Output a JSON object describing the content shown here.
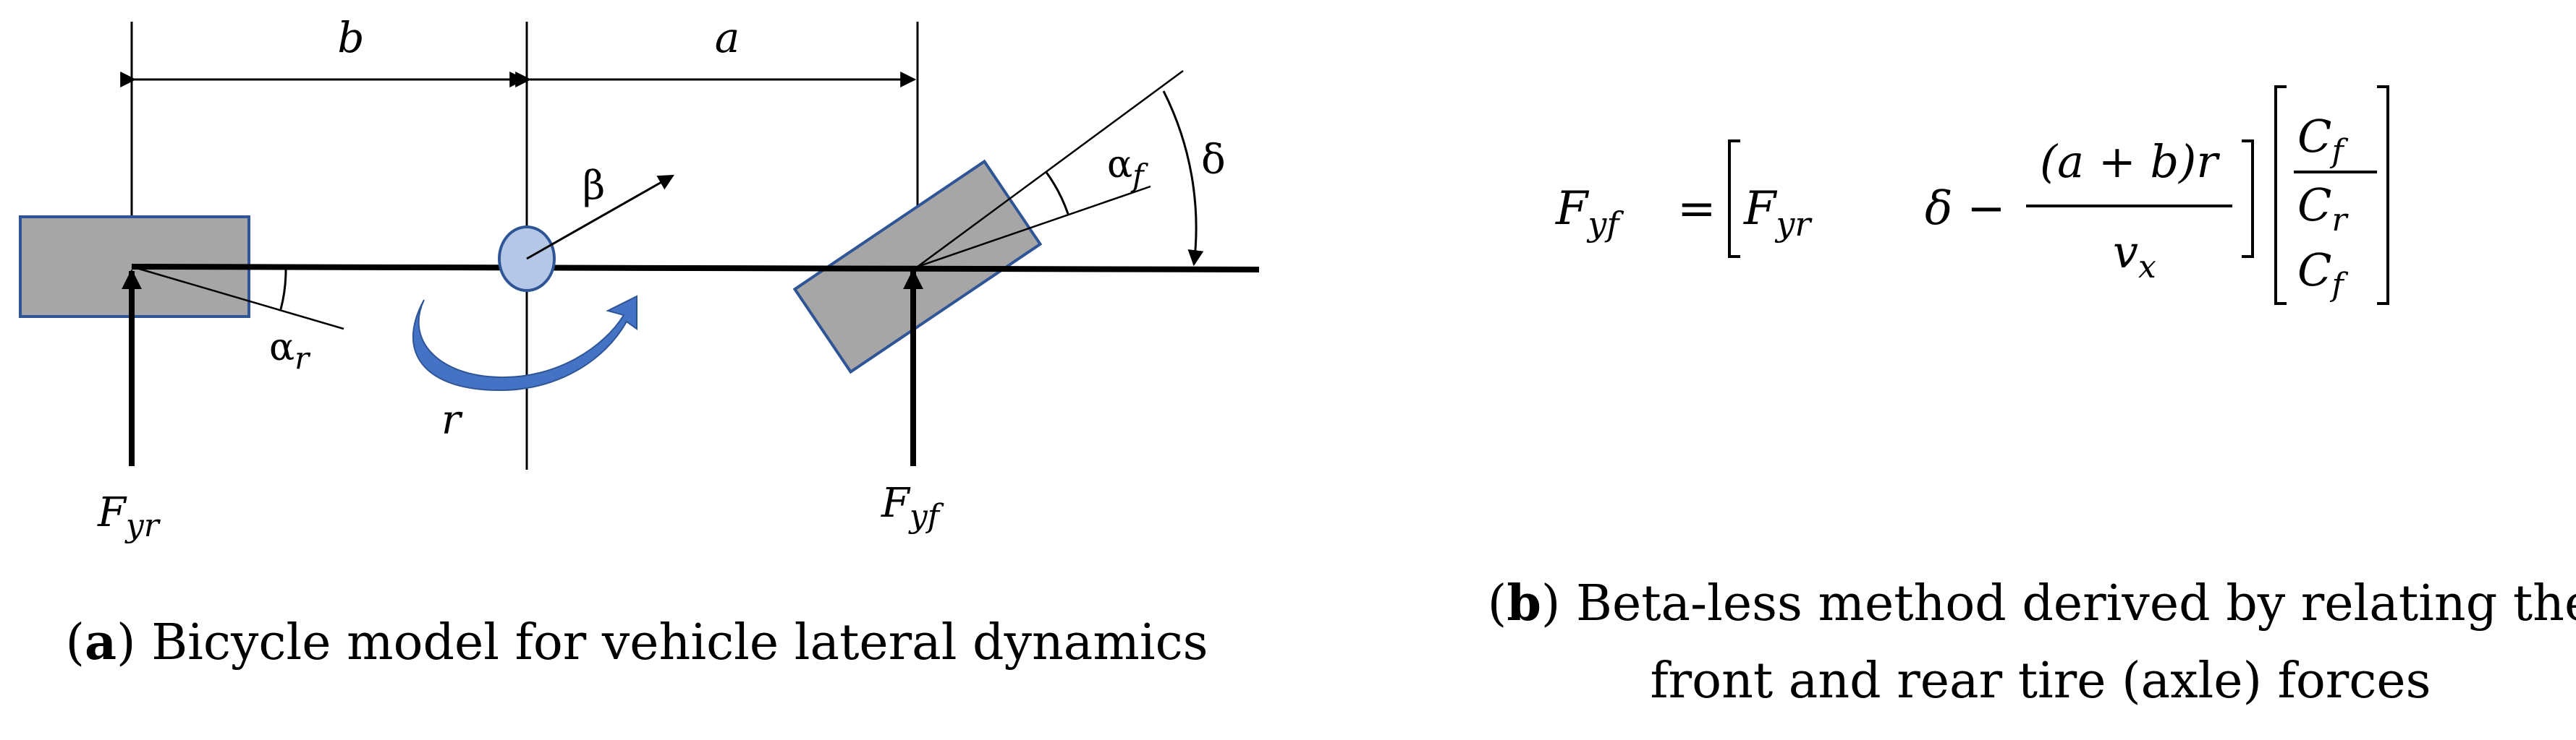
{
  "panel_a": {
    "labels": {
      "b": "b",
      "a": "a",
      "beta": "β",
      "alpha_r_base": "α",
      "alpha_r_sub": "r",
      "alpha_f_base": "α",
      "alpha_f_sub": "f",
      "delta": "δ",
      "r": "r",
      "fyr_base": "F",
      "fyr_sub": "yr",
      "fyf_base": "F",
      "fyf_sub": "yf"
    },
    "caption": {
      "letter": "a",
      "text": "Bicycle model for vehicle lateral dynamics"
    }
  },
  "panel_b": {
    "equation": {
      "lhs_base": "F",
      "lhs_sub": "yf",
      "equals": "=",
      "row_base": "F",
      "row_sub": "yr",
      "row_delta": "δ",
      "minus": "−",
      "numerator": "(a + b)r",
      "denominator_base": "v",
      "denominator_sub": "x",
      "vec_1_base": "C",
      "vec_1_sub": "f",
      "vec_2_base": "C",
      "vec_2_sub": "r",
      "vec_3_base": "C",
      "vec_3_sub": "f"
    },
    "caption": {
      "letter": "b",
      "line1": "Beta-less method derived by relating the",
      "line2": "front and rear tire (axle) forces"
    }
  },
  "colors": {
    "tire_fill": "#a6a6a6",
    "tire_stroke": "#2f5597",
    "cg_fill": "#b4c7e7",
    "cg_stroke": "#2f5597",
    "yaw_arrow": "#4472c4",
    "ink": "#000000"
  }
}
